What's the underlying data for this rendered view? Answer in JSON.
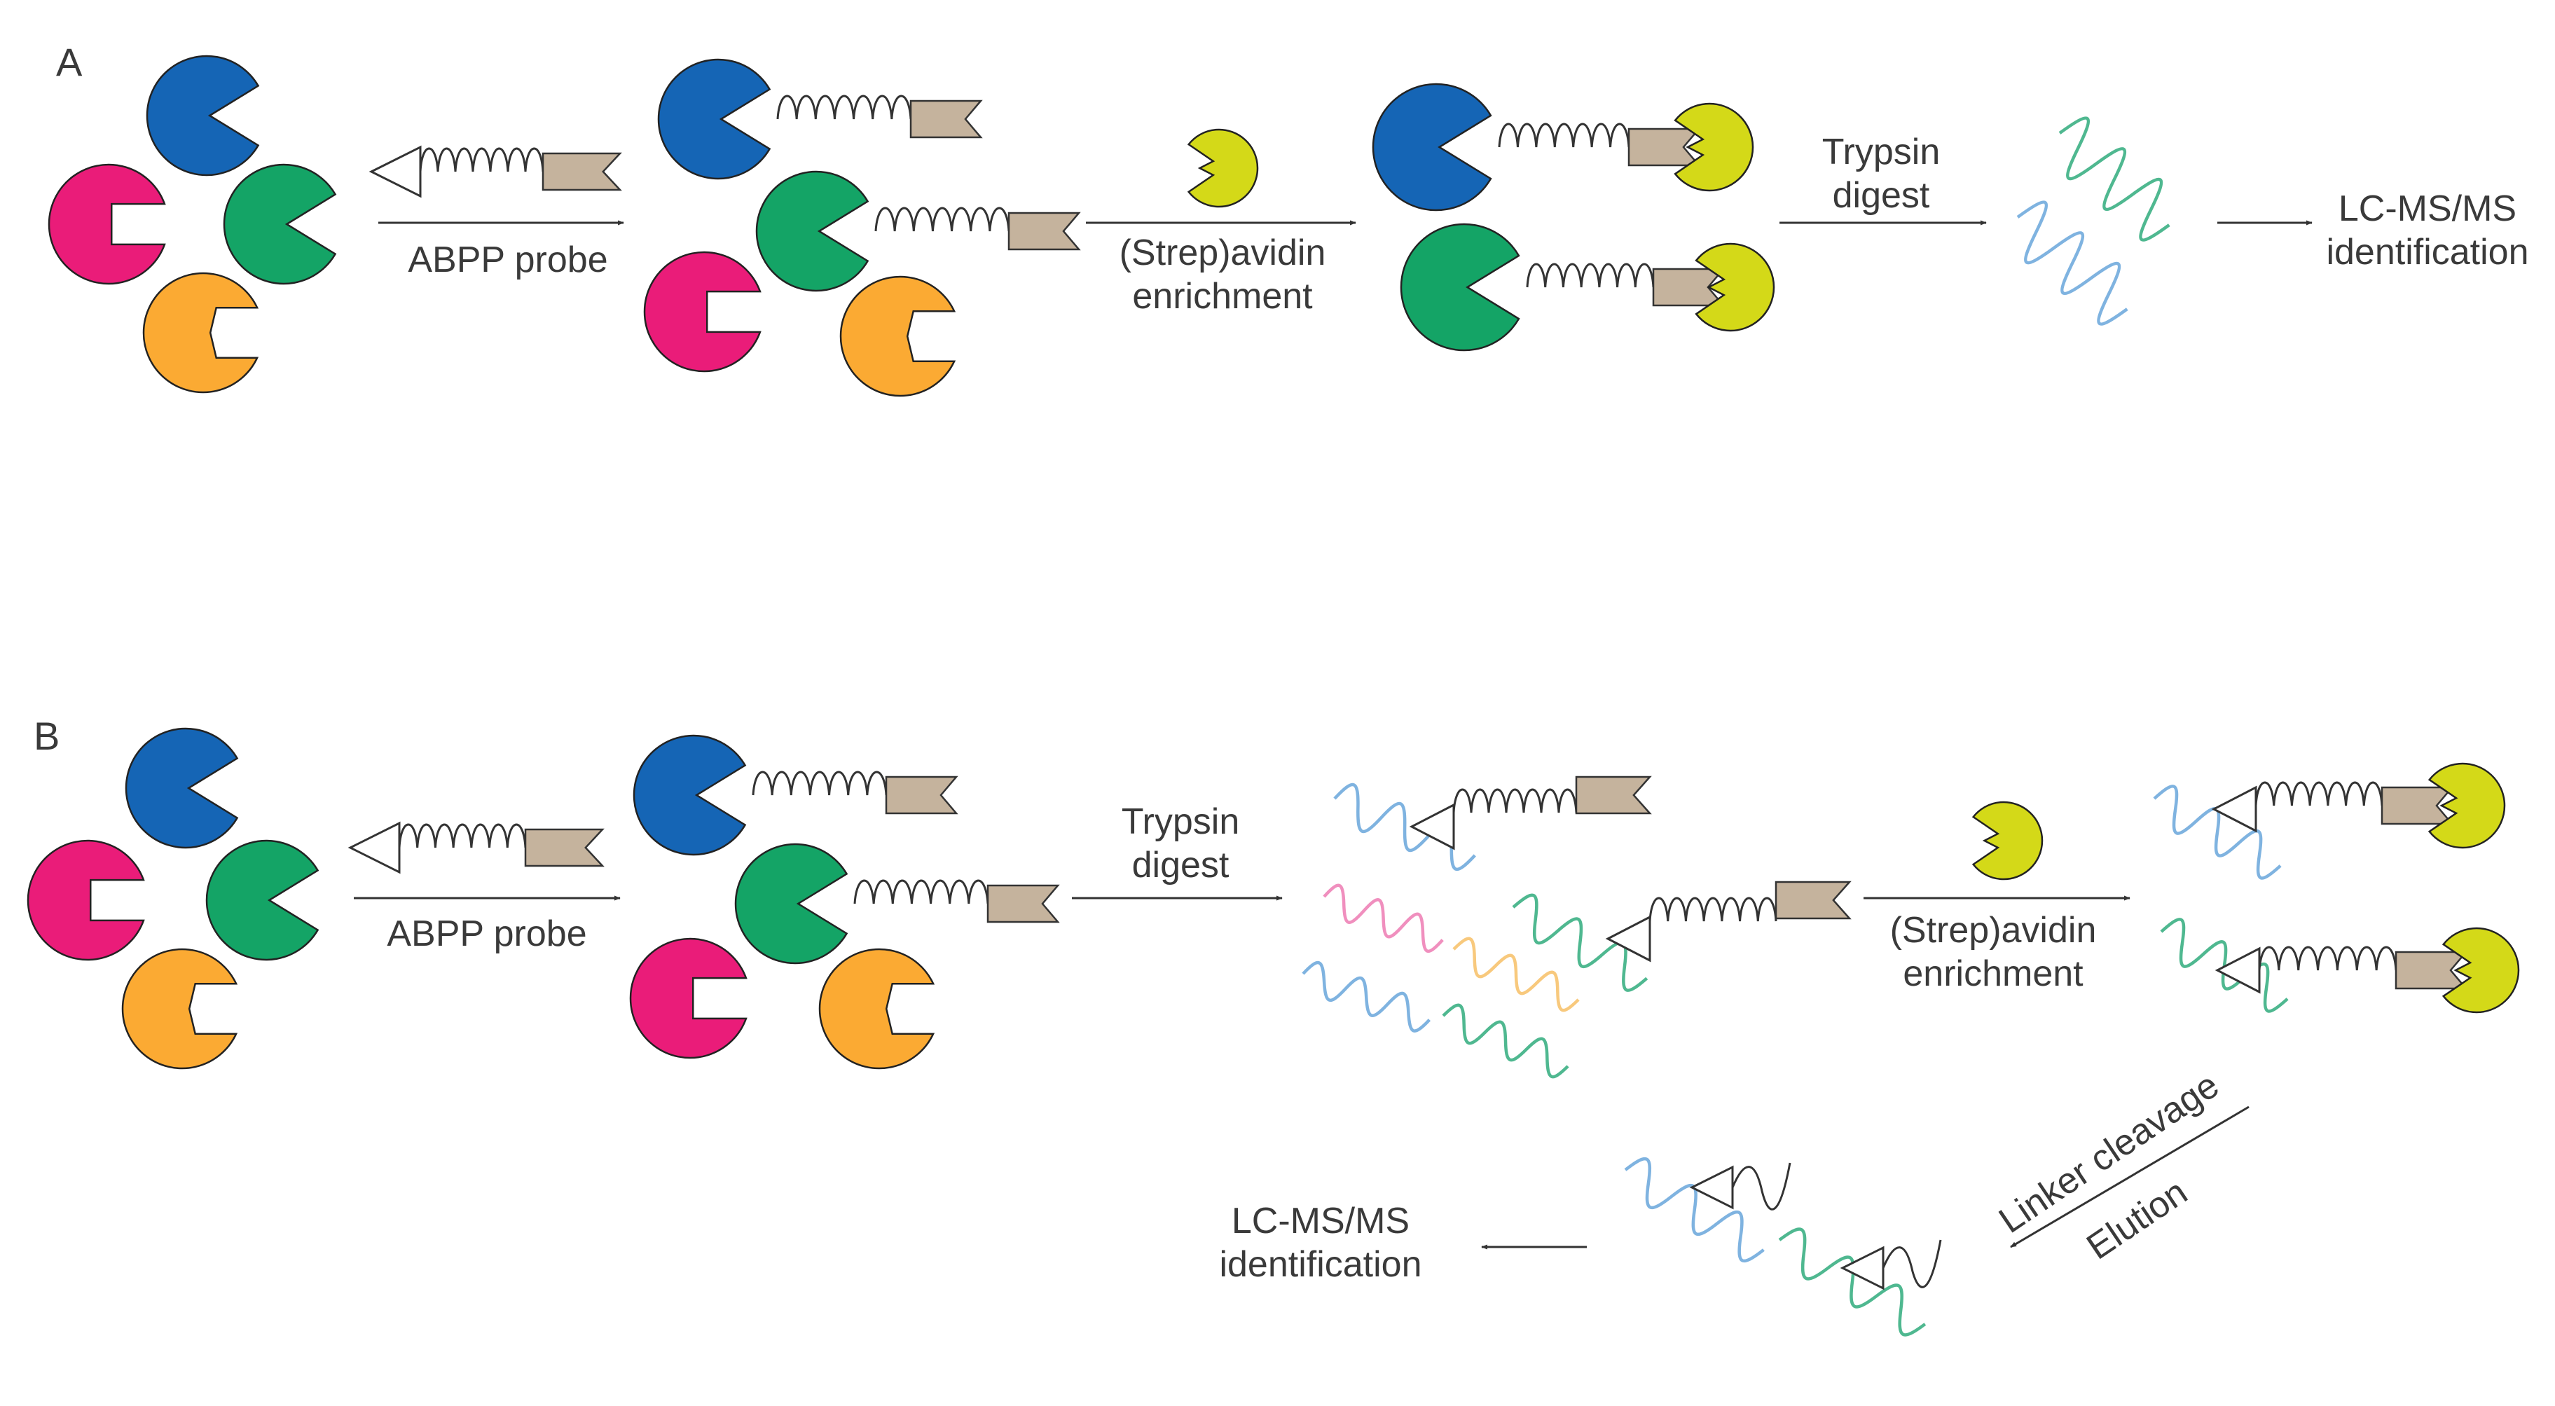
{
  "colors": {
    "blue": "#1565b5",
    "green": "#14a466",
    "pink": "#ea1c79",
    "orange": "#fbaa33",
    "avidin": "#d4d918",
    "tag": "#c5b39d",
    "peptide_blue": "#7fb3e0",
    "peptide_green": "#4fb890",
    "peptide_pink": "#f08fbe",
    "peptide_orange": "#f8c97d",
    "line": "#333333"
  },
  "panel_a": {
    "label": "A",
    "steps": {
      "abpp_probe": "ABPP probe",
      "enrichment_line1": "(Strep)avidin",
      "enrichment_line2": "enrichment",
      "trypsin_line1": "Trypsin",
      "trypsin_line2": "digest",
      "lcms_line1": "LC-MS/MS",
      "lcms_line2": "identification"
    }
  },
  "panel_b": {
    "label": "B",
    "steps": {
      "abpp_probe": "ABPP probe",
      "trypsin_line1": "Trypsin",
      "trypsin_line2": "digest",
      "enrichment_line1": "(Strep)avidin",
      "enrichment_line2": "enrichment",
      "cleavage_line1": "Linker cleavage",
      "cleavage_line2": "Elution",
      "lcms_line1": "LC-MS/MS",
      "lcms_line2": "identification"
    }
  },
  "icons": [
    "enzyme-pacman-icon",
    "probe-spring-icon",
    "avidin-icon",
    "peptide-wave-icon",
    "arrow-icon"
  ]
}
